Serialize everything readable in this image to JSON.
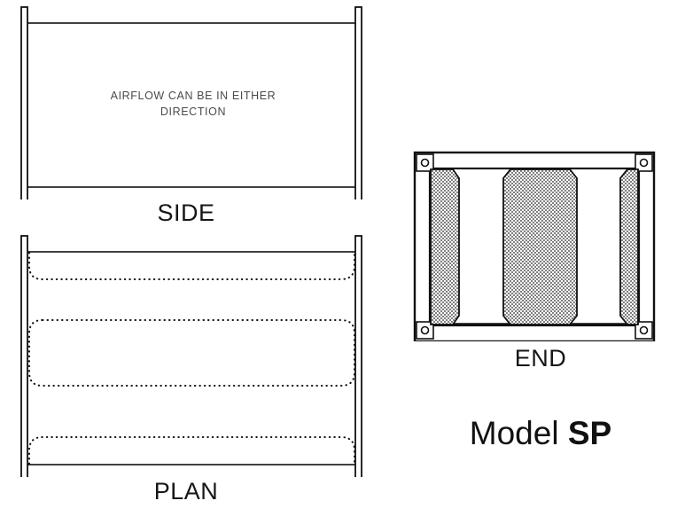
{
  "drawing": {
    "model_label_prefix": "Model ",
    "model_code": "SP",
    "annotations": {
      "airflow_line1": "AIRFLOW CAN BE IN EITHER",
      "airflow_line2": "DIRECTION"
    },
    "views": [
      {
        "id": "side",
        "label": "SIDE"
      },
      {
        "id": "plan",
        "label": "PLAN"
      },
      {
        "id": "end",
        "label": "END"
      }
    ],
    "colors": {
      "line": "#111111",
      "hatch_gray": "#808080",
      "hatch_background": "#ffffff",
      "annotation_text": "#4a4a4a",
      "label_text": "#161616",
      "sheet_background": "#ffffff"
    },
    "end_view": {
      "bolt_hole_count": 4,
      "panel_count": 3
    },
    "plan_view": {
      "hidden_blade_outline_count": 3
    }
  }
}
